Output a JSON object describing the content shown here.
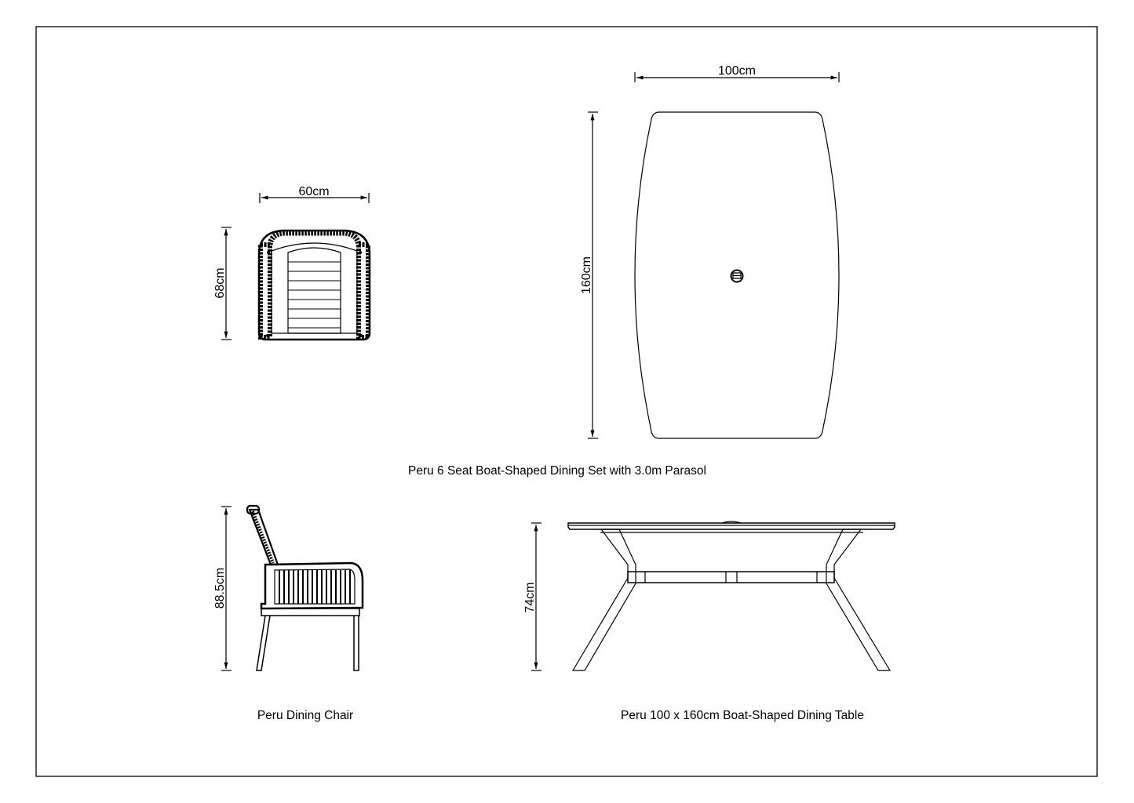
{
  "drawing": {
    "set_caption": "Peru 6 Seat Boat-Shaped Dining Set with 3.0m Parasol",
    "table_top": {
      "width_label": "100cm",
      "length_label": "160cm"
    },
    "chair_top": {
      "width_label": "60cm",
      "depth_label": "68cm"
    },
    "chair_side": {
      "height_label": "88.5cm",
      "caption": "Peru Dining Chair"
    },
    "table_side": {
      "height_label": "74cm",
      "caption": "Peru 100 x 160cm Boat-Shaped Dining Table"
    }
  }
}
